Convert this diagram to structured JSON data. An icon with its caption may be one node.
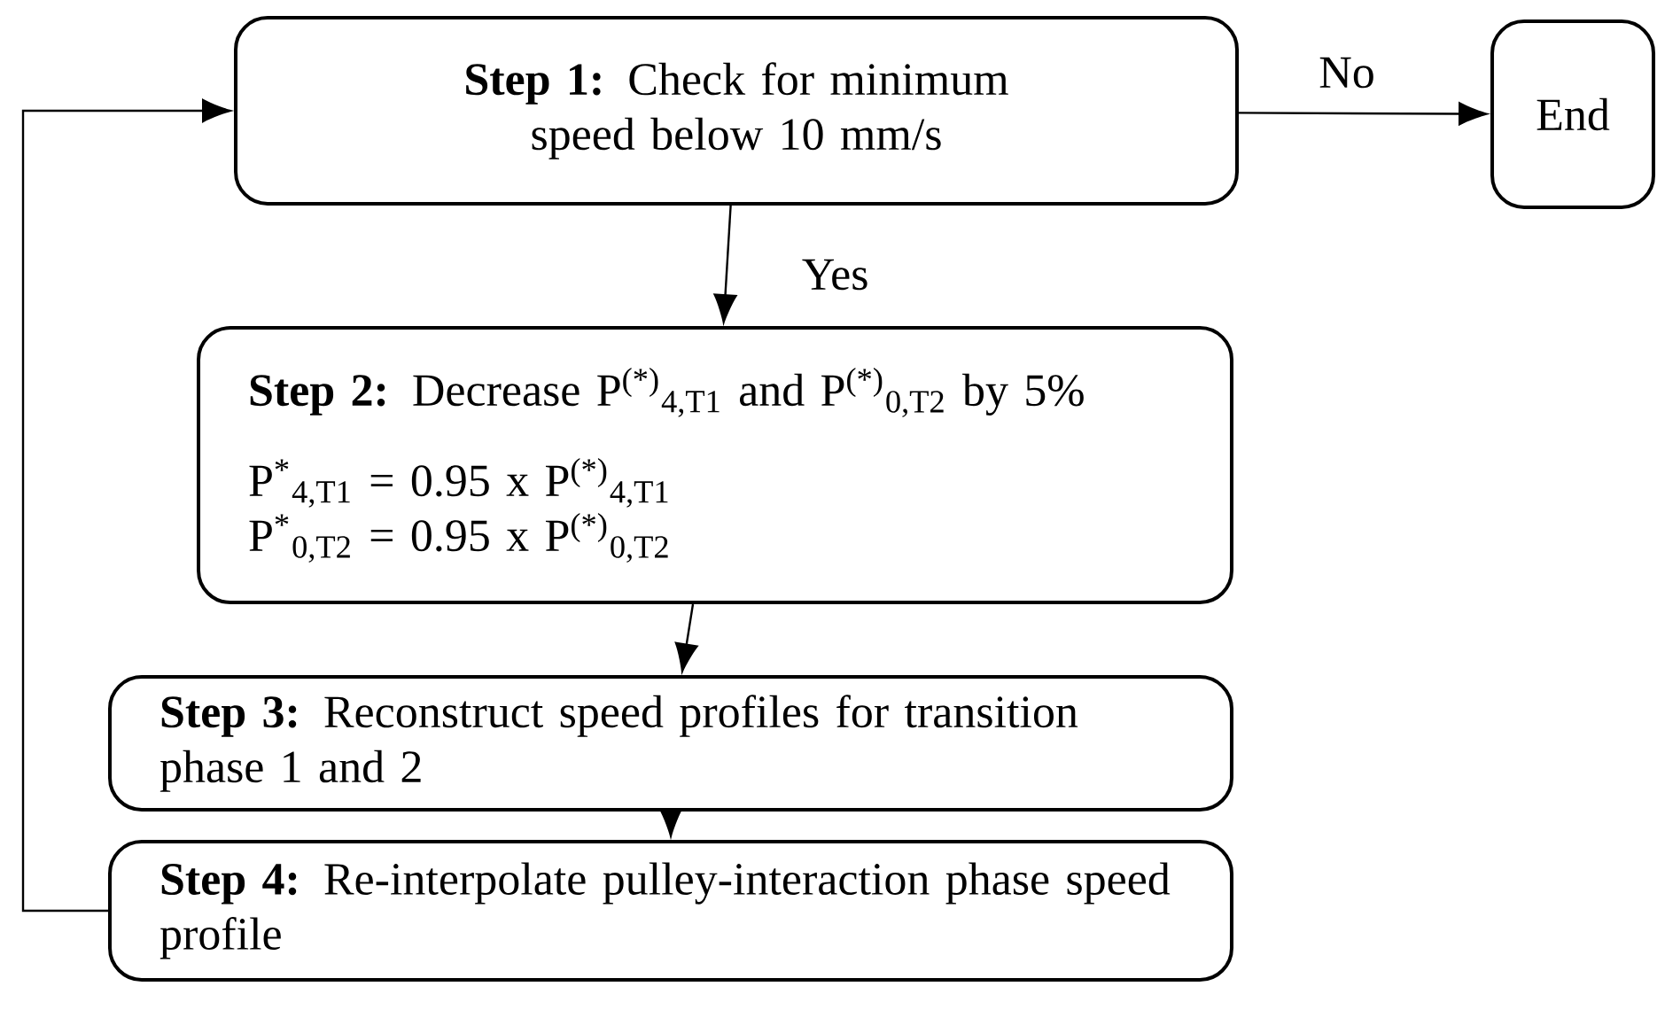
{
  "diagram": {
    "nodes": [
      {
        "text": [
          "**Step 1:** Check for minimum speed below 10 mm/s"
        ]
      },
      {
        "text": [
          "End"
        ]
      },
      {
        "text": [
          "**Step 2:** Decrease P$^{(*)}$$_{4,T1}$ and P$^{(*)}$$_{0,T2}$ by 5%",
          "P$^{*}$$_{4,T1}$ = 0.95 x P$^{(*)}$$_{4,T1}$",
          "P$^{*}$$_{0,T2}$ = 0.95 x P$^{(*)}$$_{0,T2}$"
        ]
      },
      {
        "text": [
          "**Step 3:** Reconstruct speed profiles for transition phase 1 and 2"
        ]
      },
      {
        "text": [
          "**Step 4:** Re-interpolate pulley-interaction phase speed profile"
        ]
      }
    ],
    "edges": [
      {
        "from": 0,
        "to": 1,
        "arrow": "to",
        "label": "No"
      },
      {
        "from": 0,
        "to": 2,
        "arrow": "to",
        "label": "Yes"
      },
      {
        "from": 2,
        "to": 3,
        "arrow": "to"
      },
      {
        "from": 3,
        "to": 4,
        "arrow": "to"
      },
      {
        "from": 4,
        "to": 0,
        "arrow": "to"
      }
    ]
  }
}
